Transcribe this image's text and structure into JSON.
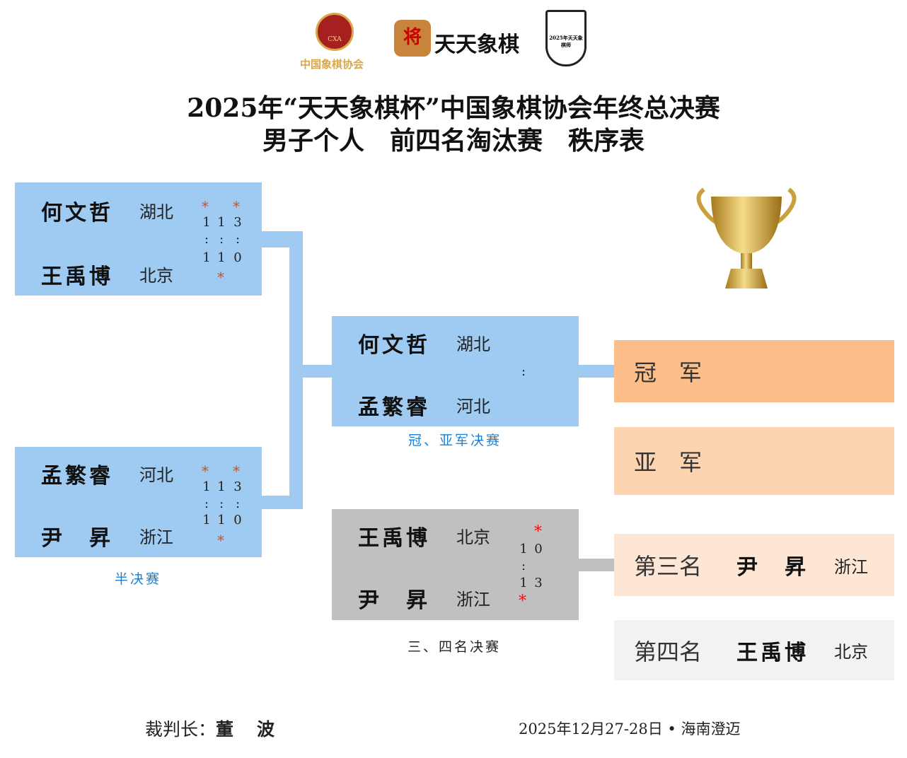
{
  "logos": {
    "cxa": "中国象棋协会",
    "cxa_badge": "CXA",
    "tt_icon": "将",
    "tt_name": "天天象棋",
    "masters": "2025年天天象棋师"
  },
  "title": {
    "line1": "2025年“天天象棋杯”中国象棋协会年终总决赛",
    "line2": "男子个人　前四名淘汰赛　秩序表"
  },
  "semi1": {
    "p1": {
      "name": "何文哲",
      "prov": "湖北"
    },
    "p2": {
      "name": "王禹博",
      "prov": "北京"
    },
    "scores": [
      [
        "1",
        "1"
      ],
      [
        "1",
        "1"
      ],
      [
        "3",
        "0"
      ]
    ]
  },
  "semi2": {
    "p1": {
      "name": "孟繁睿",
      "prov": "河北"
    },
    "p2": {
      "name": "尹　昇",
      "prov": "浙江"
    },
    "scores": [
      [
        "1",
        "1"
      ],
      [
        "1",
        "1"
      ],
      [
        "3",
        "0"
      ]
    ]
  },
  "semi_caption": "半决赛",
  "final": {
    "p1": {
      "name": "何文哲",
      "prov": "湖北"
    },
    "p2": {
      "name": "孟繁睿",
      "prov": "河北"
    },
    "score_sep": ":",
    "caption": "冠、亚军决赛"
  },
  "third": {
    "p1": {
      "name": "王禹博",
      "prov": "北京"
    },
    "p2": {
      "name": "尹　昇",
      "prov": "浙江"
    },
    "scores": [
      [
        "1",
        "1"
      ],
      [
        "0",
        "3"
      ]
    ],
    "caption": "三、四名决赛"
  },
  "ranks": {
    "champion": "冠　军",
    "runner_up": "亚　军",
    "third": {
      "label": "第三名",
      "name": "尹　昇",
      "prov": "浙江"
    },
    "fourth": {
      "label": "第四名",
      "name": "王禹博",
      "prov": "北京"
    }
  },
  "footer": {
    "referee_label": "裁判长：",
    "referee": "董　波",
    "date_place": "2025年12月27-28日 • 海南澄迈"
  },
  "colors": {
    "blue": "#9fcbf2",
    "champion": "#fdbf8a",
    "runner_up": "#fdd4b0",
    "third": "#fde6d4",
    "fourth": "#f2f2f2",
    "grey": "#c0c0c0"
  }
}
